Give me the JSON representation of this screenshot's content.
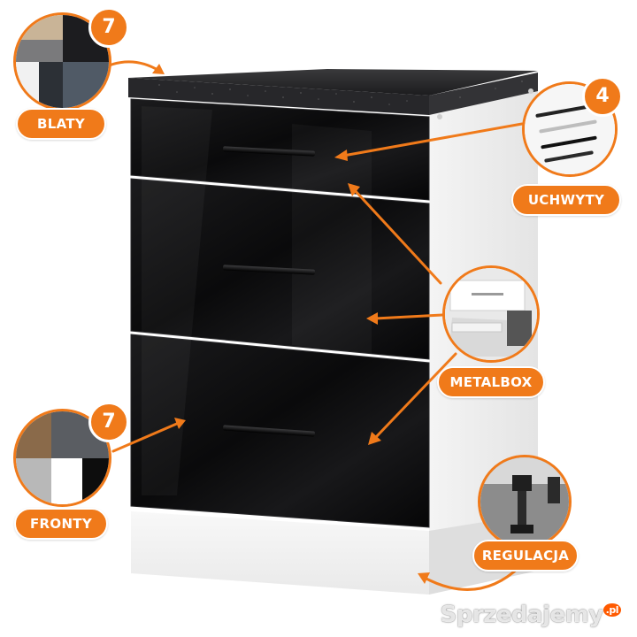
{
  "labels": {
    "countertops": "BLATY",
    "handles": "UCHWYTY",
    "drawer_system": "METALBOX",
    "fronts": "FRONTY",
    "adjustment": "REGULACJA"
  },
  "badges": {
    "countertops_count": "7",
    "handles_count": "4",
    "fronts_count": "7"
  },
  "watermark": {
    "text": "Sprzedajemy",
    "suffix": ".pl"
  },
  "colors": {
    "accent": "#f07a1a",
    "front_gloss": "#0e0e0f",
    "carcass": "#ffffff",
    "countertop": "#2b2b2d"
  }
}
